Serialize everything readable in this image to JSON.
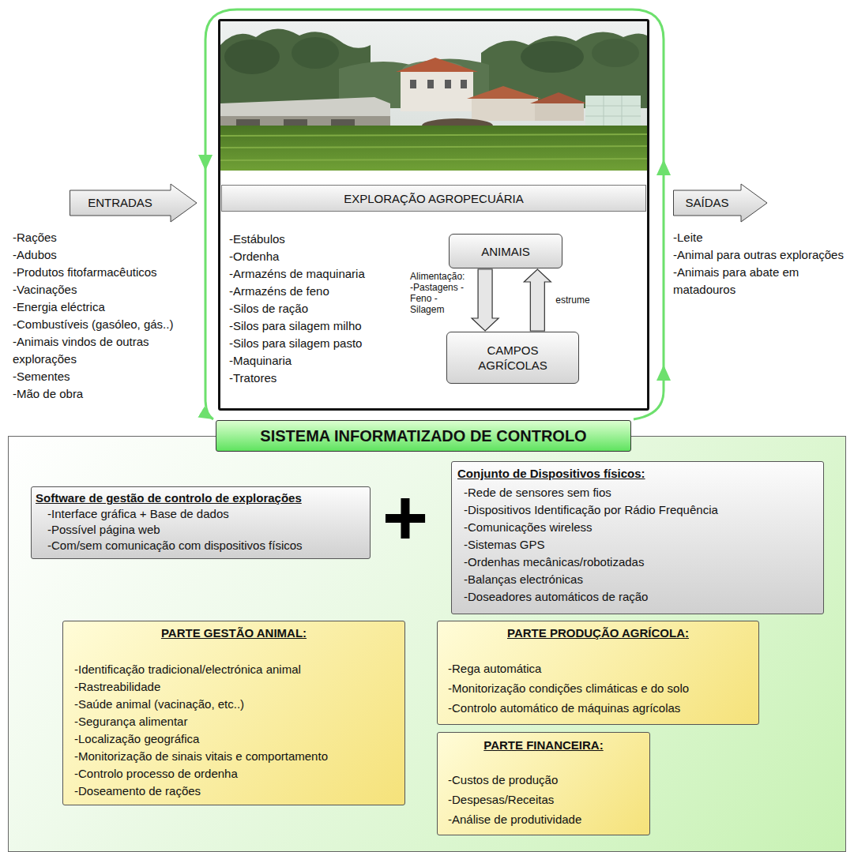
{
  "diagram": {
    "nodes": [
      {
        "text": [
          "ENTRADAS"
        ]
      },
      {
        "text": [
          "EXPLORAÇÃO AGROPECUÁRIA",
          "-Estábulos",
          "-Ordenha",
          "-Armazéns de maquinaria",
          "-Armazéns de feno",
          "-Silos de ração",
          "-Silos para silagem milho",
          "-Silos para silagem pasto",
          "-Maquinaria",
          "-Tratores"
        ]
      },
      {
        "text": [
          "ANIMAIS"
        ],
        "in": 1
      },
      {
        "text": [
          "CAMPOS AGRÍCOLAS"
        ],
        "in": 1
      },
      {
        "text": [
          "SAÍDAS"
        ]
      },
      {
        "text": [
          "SISTEMA INFORMATIZADO DE CONTROLO"
        ]
      },
      {
        "text": [
          "Software de gestão de controlo de explorações",
          "-Interface gráfica + Base de dados",
          "-Possível página web",
          "-Com/sem comunicação com dispositivos físicos"
        ],
        "in": 5
      },
      {
        "text": [
          "Conjunto de Dispositivos físicos:",
          "-Rede de sensores sem fios",
          "-Dispositivos Identificação por Rádio Frequência",
          "-Comunicações wireless",
          "-Sistemas GPS",
          "-Ordenhas mecânicas/robotizadas",
          "-Balanças electrónicas",
          "-Doseadores automáticos de ração"
        ],
        "in": 5
      },
      {
        "text": [
          "PARTE GESTÃO ANIMAL:",
          "-Identificação tradicional/electrónica animal",
          "-Rastreabilidade",
          "-Saúde animal (vacinação, etc..)",
          "-Segurança alimentar",
          "-Localização geográfica",
          "-Monitorização de sinais vitais e comportamento",
          "-Controlo processo de ordenha",
          "-Doseamento de rações"
        ],
        "in": 5
      },
      {
        "text": [
          "PARTE PRODUÇÃO AGRÍCOLA:",
          "-Rega automática",
          "-Monitorização condições climáticas e do solo",
          "-Controlo automático de máquinas agrícolas"
        ],
        "in": 5
      },
      {
        "text": [
          "PARTE FINANCEIRA:",
          "-Custos de produção",
          "-Despesas/Receitas",
          "-Análise de produtividade"
        ],
        "in": 5
      }
    ],
    "edges": [
      {
        "from": 2,
        "to": 3,
        "label": "Alimentação: -Pastagens -Feno -Silagem",
        "arrow": "to"
      },
      {
        "from": 3,
        "to": 2,
        "label": "estrume",
        "arrow": "to"
      }
    ],
    "labels": [
      "-Rações",
      "-Adubos",
      "-Produtos fitofarmacêuticos",
      "-Vacinações",
      "-Energia eléctrica",
      "-Combustíveis (gasóleo, gás..)",
      "-Animais vindos de outras explorações",
      "-Sementes",
      "-Mão de obra",
      "-Leite",
      "-Animal para outras explorações",
      "-Animais para abate em matadouros",
      "+"
    ]
  }
}
